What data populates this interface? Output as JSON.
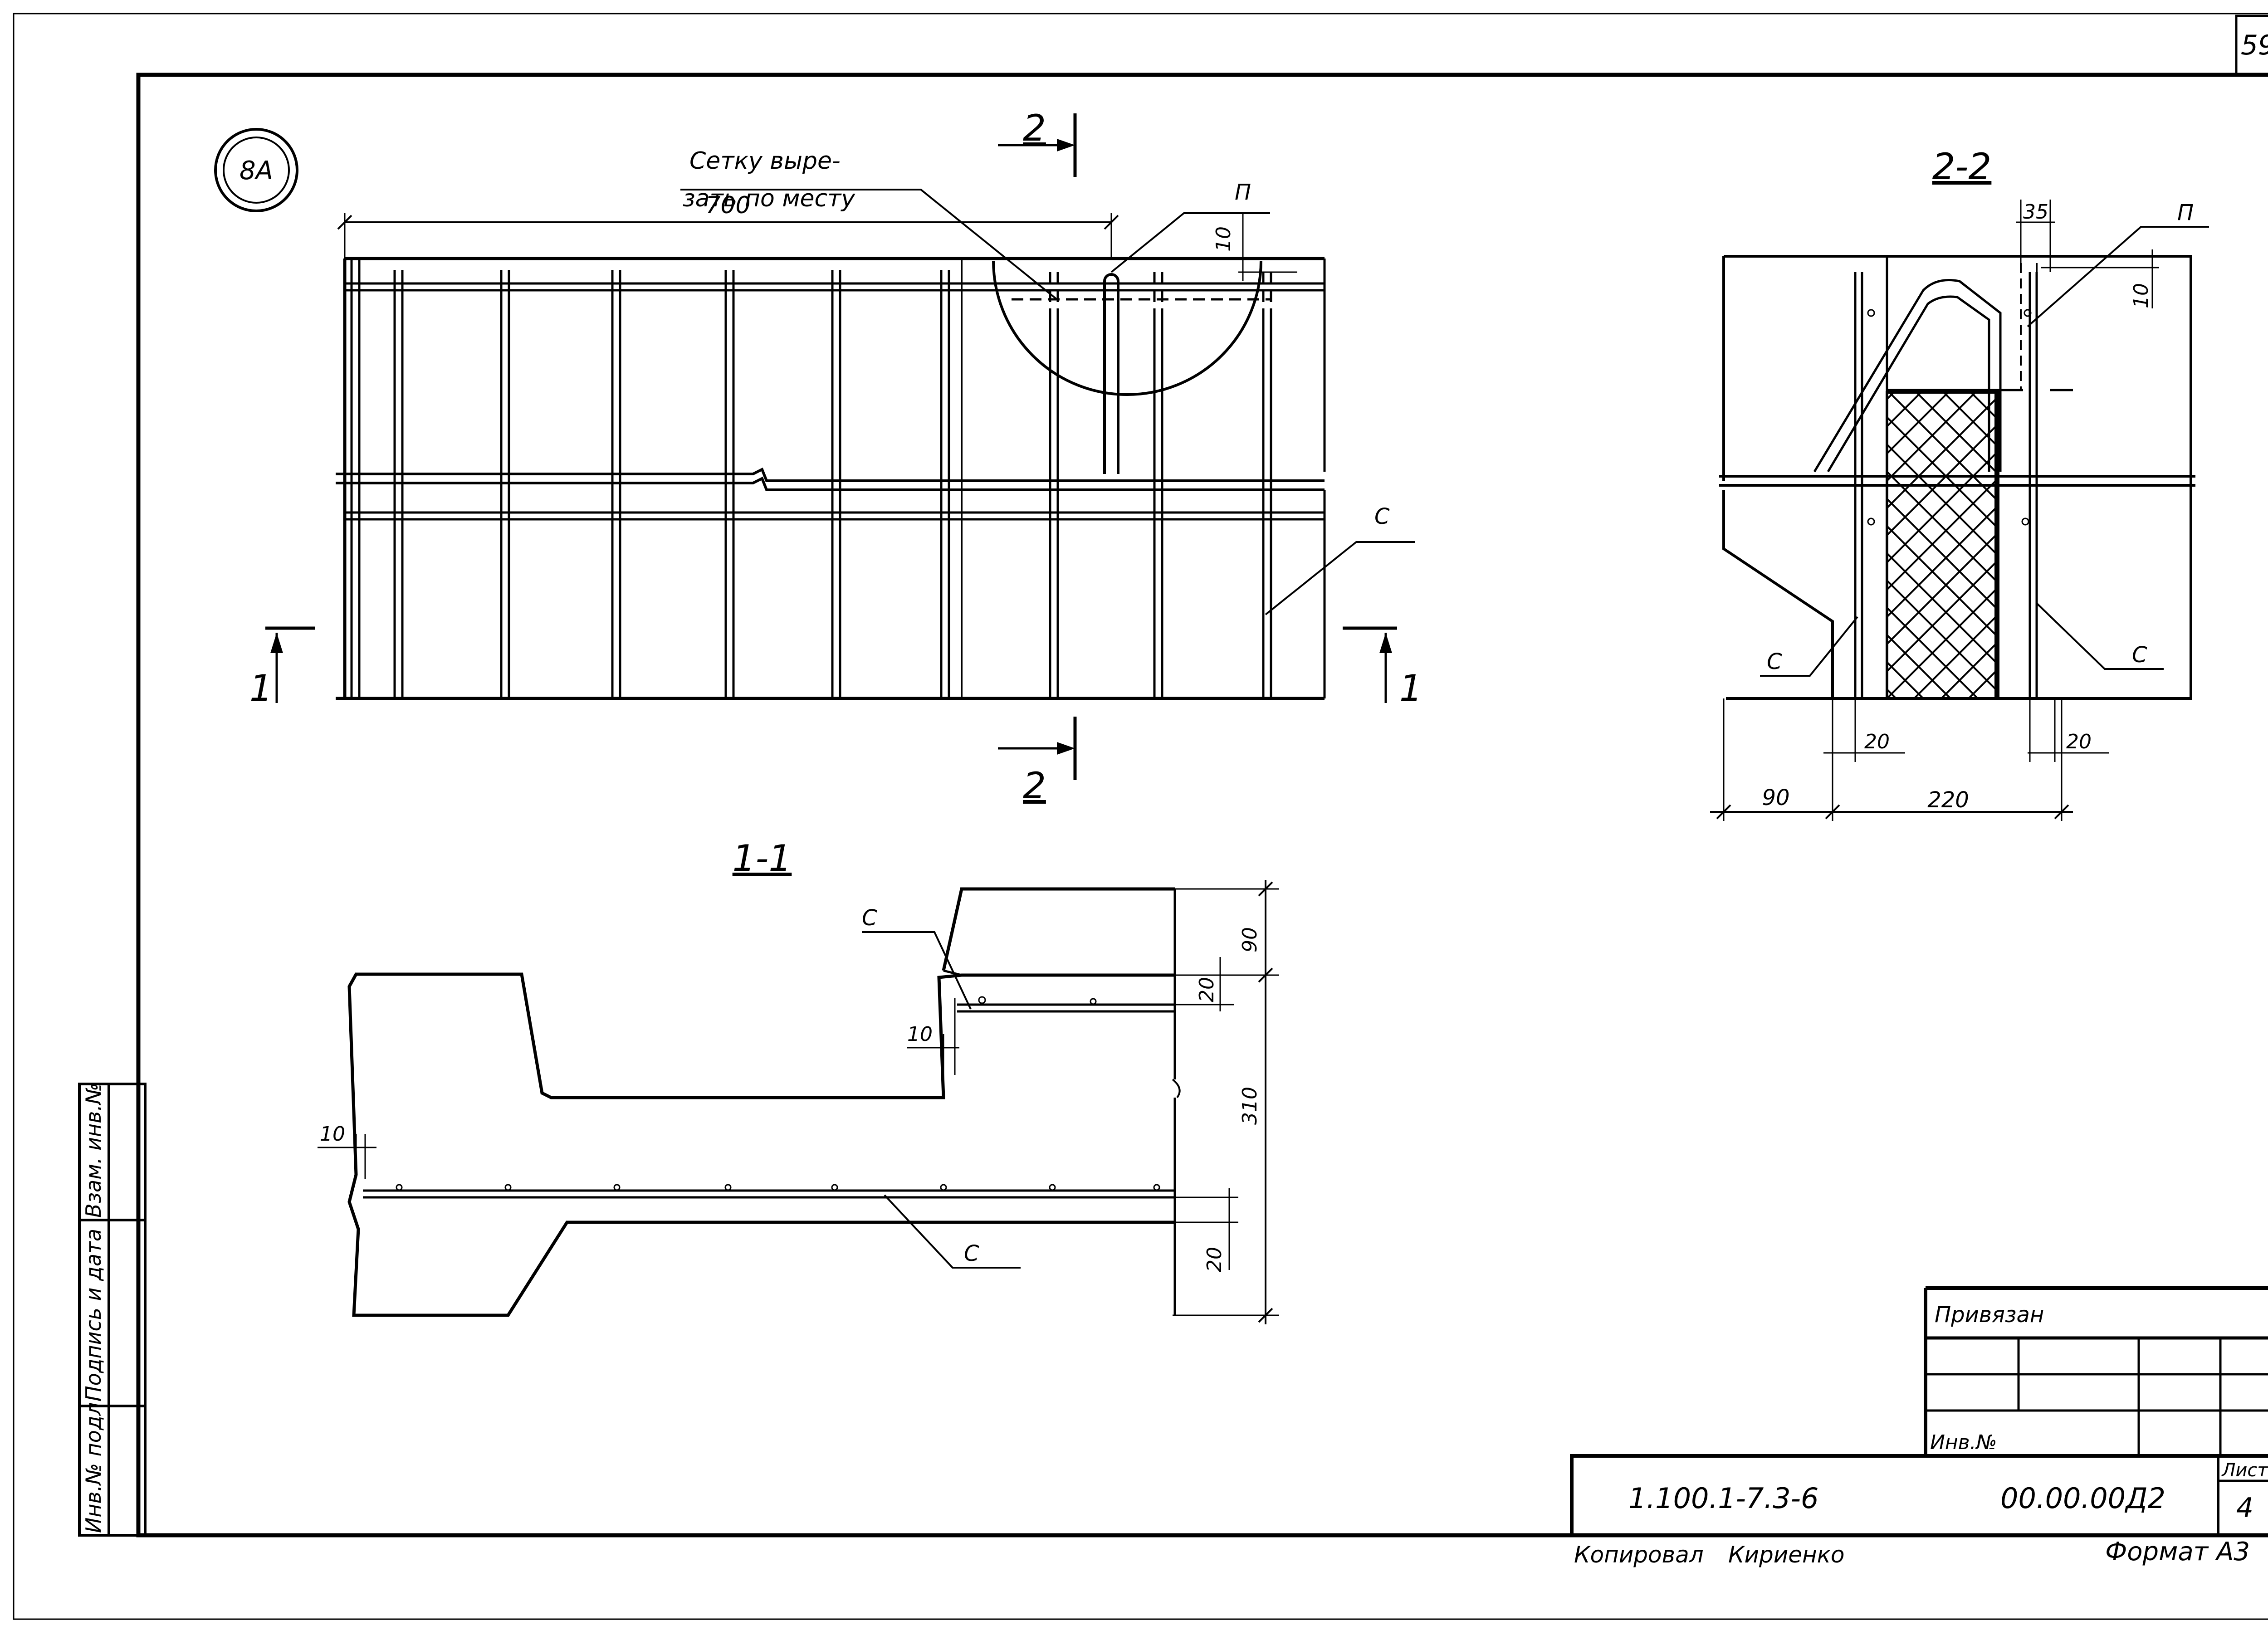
{
  "sheet": {
    "page_number": "59",
    "detail_mark": "8A",
    "note_line1": "Сетку выре-",
    "note_line2": "зать по месту",
    "mark_p": "П",
    "mark_c": "С",
    "section_1_1": "1-1",
    "section_2_2": "2-2",
    "cut_2": "2",
    "cut_1": "1"
  },
  "dimensions": {
    "plan_700": "700",
    "plan_10": "10",
    "s11_90": "90",
    "s11_20_top": "20",
    "s11_10_mid": "10",
    "s11_310": "310",
    "s11_10_left": "10",
    "s11_20_bot": "20",
    "s22_35": "35",
    "s22_10": "10",
    "s22_20_l": "20",
    "s22_20_r": "20",
    "s22_90": "90",
    "s22_220": "220"
  },
  "side_stamp": {
    "inv_podl": "Инв.№ подл.",
    "sign_date": "Подпись и дата",
    "vzam_inv": "Взам. инв.№"
  },
  "title_block": {
    "privyazan": "Привязан",
    "inv_no": "Инв.№",
    "doc_code": "1.100.1-7.3-6",
    "drawing_no": "00.00.00Д2",
    "list_label": "Лист",
    "list_no": "4",
    "copied_label": "Копировал",
    "copied_name": "Кириенко",
    "format": "Формат А3"
  }
}
